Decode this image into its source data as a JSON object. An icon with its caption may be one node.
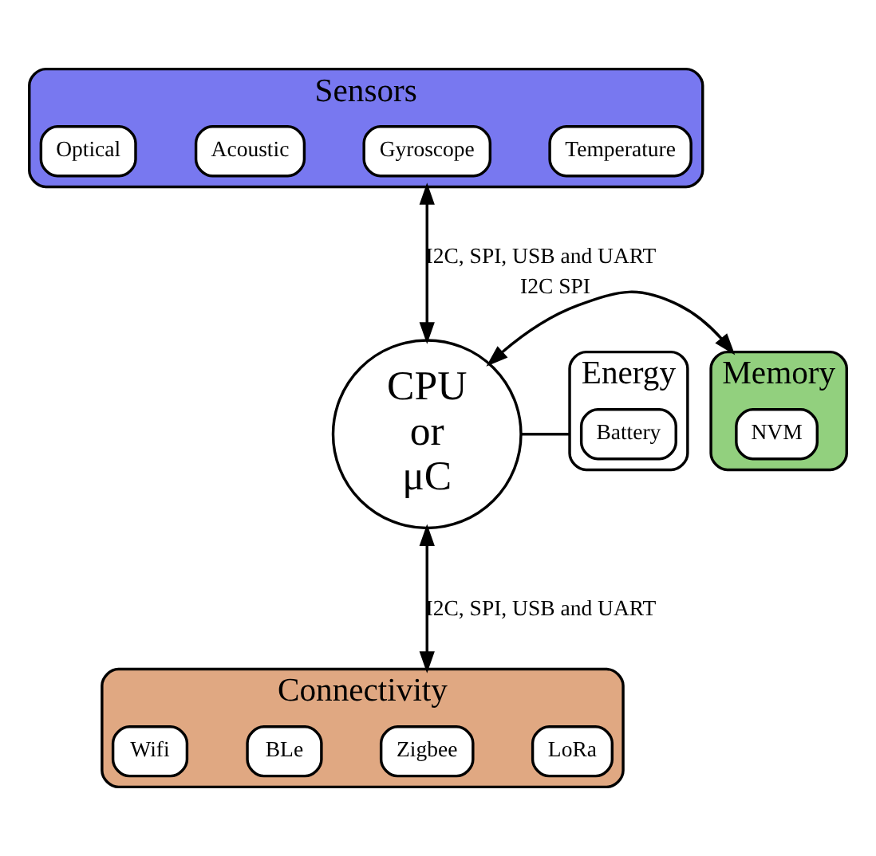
{
  "diagram": {
    "nodes": [
      {
        "text": [
          "Sensors"
        ]
      },
      {
        "text": [
          "Optical"
        ],
        "in": 0
      },
      {
        "text": [
          "Acoustic"
        ],
        "in": 0
      },
      {
        "text": [
          "Gyroscope"
        ],
        "in": 0
      },
      {
        "text": [
          "Temperature"
        ],
        "in": 0
      },
      {
        "text": [
          "Energy"
        ]
      },
      {
        "text": [
          "Battery"
        ],
        "in": 5
      },
      {
        "text": [
          "CPU or μC"
        ]
      },
      {
        "text": [
          "Memory"
        ]
      },
      {
        "text": [
          "NVM"
        ],
        "in": 8
      },
      {
        "text": [
          "Connectivity"
        ]
      },
      {
        "text": [
          "Wifi"
        ],
        "in": 10
      },
      {
        "text": [
          "BLe"
        ],
        "in": 10
      },
      {
        "text": [
          "Zigbee"
        ],
        "in": 10
      },
      {
        "text": [
          "LoRa"
        ],
        "in": 10
      }
    ],
    "edges": [
      {
        "from": 0,
        "to": 7,
        "arrow": "both",
        "label": "I2C, SPI, USB and UART"
      },
      {
        "from": 5,
        "to": 7,
        "arrow": "none"
      },
      {
        "from": 7,
        "to": 8,
        "arrow": "both",
        "label": "I2C SPI"
      },
      {
        "from": 7,
        "to": 10,
        "arrow": "both",
        "label": "I2C, SPI, USB and UART"
      }
    ]
  }
}
